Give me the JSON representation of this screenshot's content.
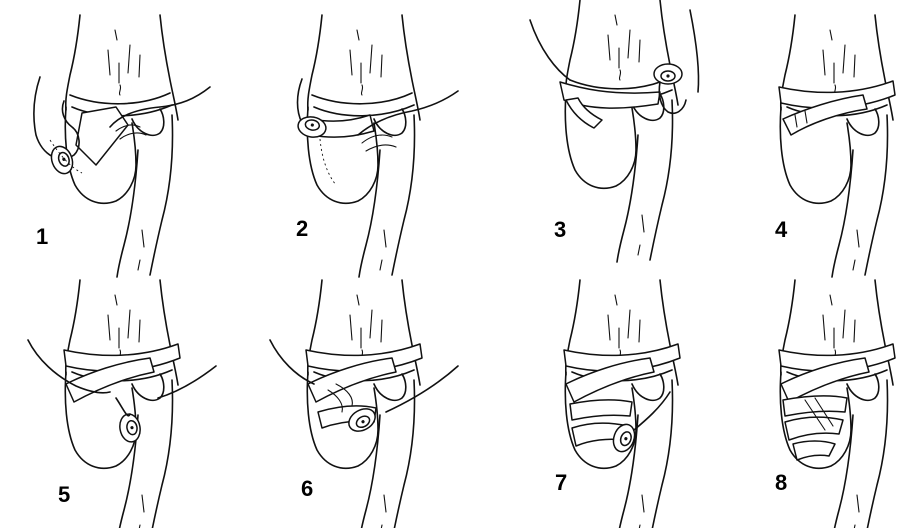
{
  "steps": [
    {
      "number": "1"
    },
    {
      "number": "2"
    },
    {
      "number": "3"
    },
    {
      "number": "4"
    },
    {
      "number": "5"
    },
    {
      "number": "6"
    },
    {
      "number": "7"
    },
    {
      "number": "8"
    }
  ]
}
